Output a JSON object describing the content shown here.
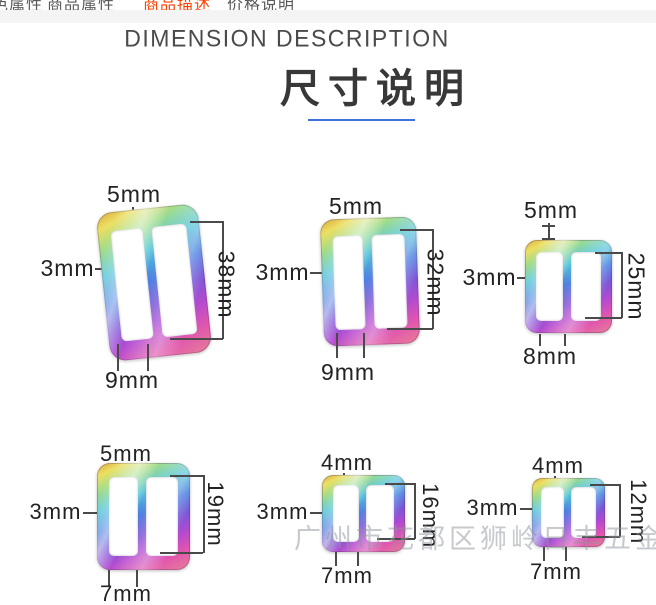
{
  "tabs": {
    "partial_label": "色属性",
    "items": [
      {
        "label": "商品属性",
        "active": false
      },
      {
        "label": "商品描述",
        "active": true
      },
      {
        "label": "价格说明",
        "active": false
      }
    ]
  },
  "header": {
    "title_en": "DIMENSION DESCRIPTION",
    "title_zh": "尺寸说明"
  },
  "watermark": "广州市花都区狮岭日丰五金",
  "buckles": [
    {
      "top": "5mm",
      "left": "3mm",
      "right": "38mm",
      "bottom": "9mm"
    },
    {
      "top": "5mm",
      "left": "3mm",
      "right": "32mm",
      "bottom": "9mm"
    },
    {
      "top": "5mm",
      "left": "3mm",
      "right": "25mm",
      "bottom": "8mm"
    },
    {
      "top": "5mm",
      "left": "3mm",
      "right": "19mm",
      "bottom": "7mm"
    },
    {
      "top": "4mm",
      "left": "3mm",
      "right": "16mm",
      "bottom": "7mm"
    },
    {
      "top": "4mm",
      "left": "3mm",
      "right": "12mm",
      "bottom": "7mm"
    }
  ],
  "colors": {
    "accent_line": "#3f72d8",
    "active_tab": "#ff4000",
    "band_gray": "#f4f4f4"
  }
}
